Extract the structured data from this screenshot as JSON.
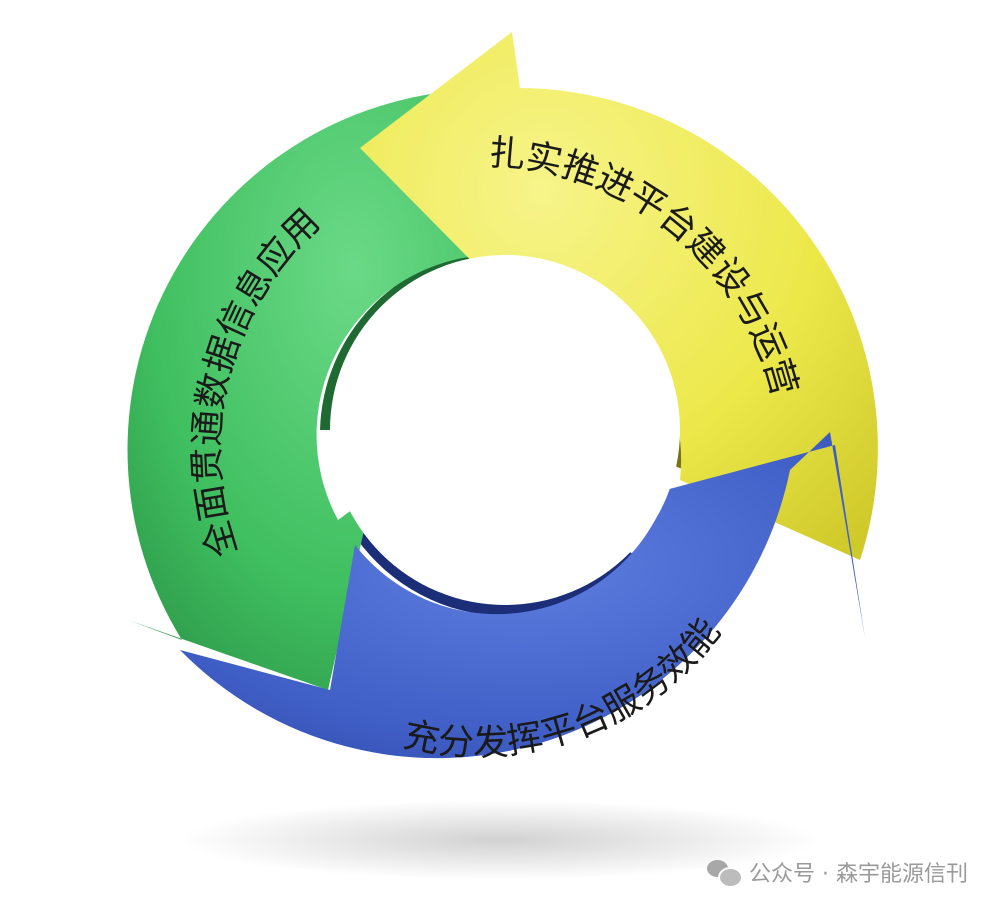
{
  "cycle": {
    "segments": [
      {
        "id": "yellow",
        "label": "扎实推进平台建设与运营",
        "color": "#ece84a",
        "color_dark": "#cfc92a"
      },
      {
        "id": "blue",
        "label": "充分发挥平台服务效能",
        "color": "#3f5ec6",
        "color_dark": "#2a3f95"
      },
      {
        "id": "green",
        "label": "全面贯通数据信息应用",
        "color": "#3fbf5f",
        "color_dark": "#2a8f45"
      }
    ]
  },
  "watermark": {
    "text": "公众号 · 森宇能源信刊",
    "icon": "wechat-icon"
  }
}
